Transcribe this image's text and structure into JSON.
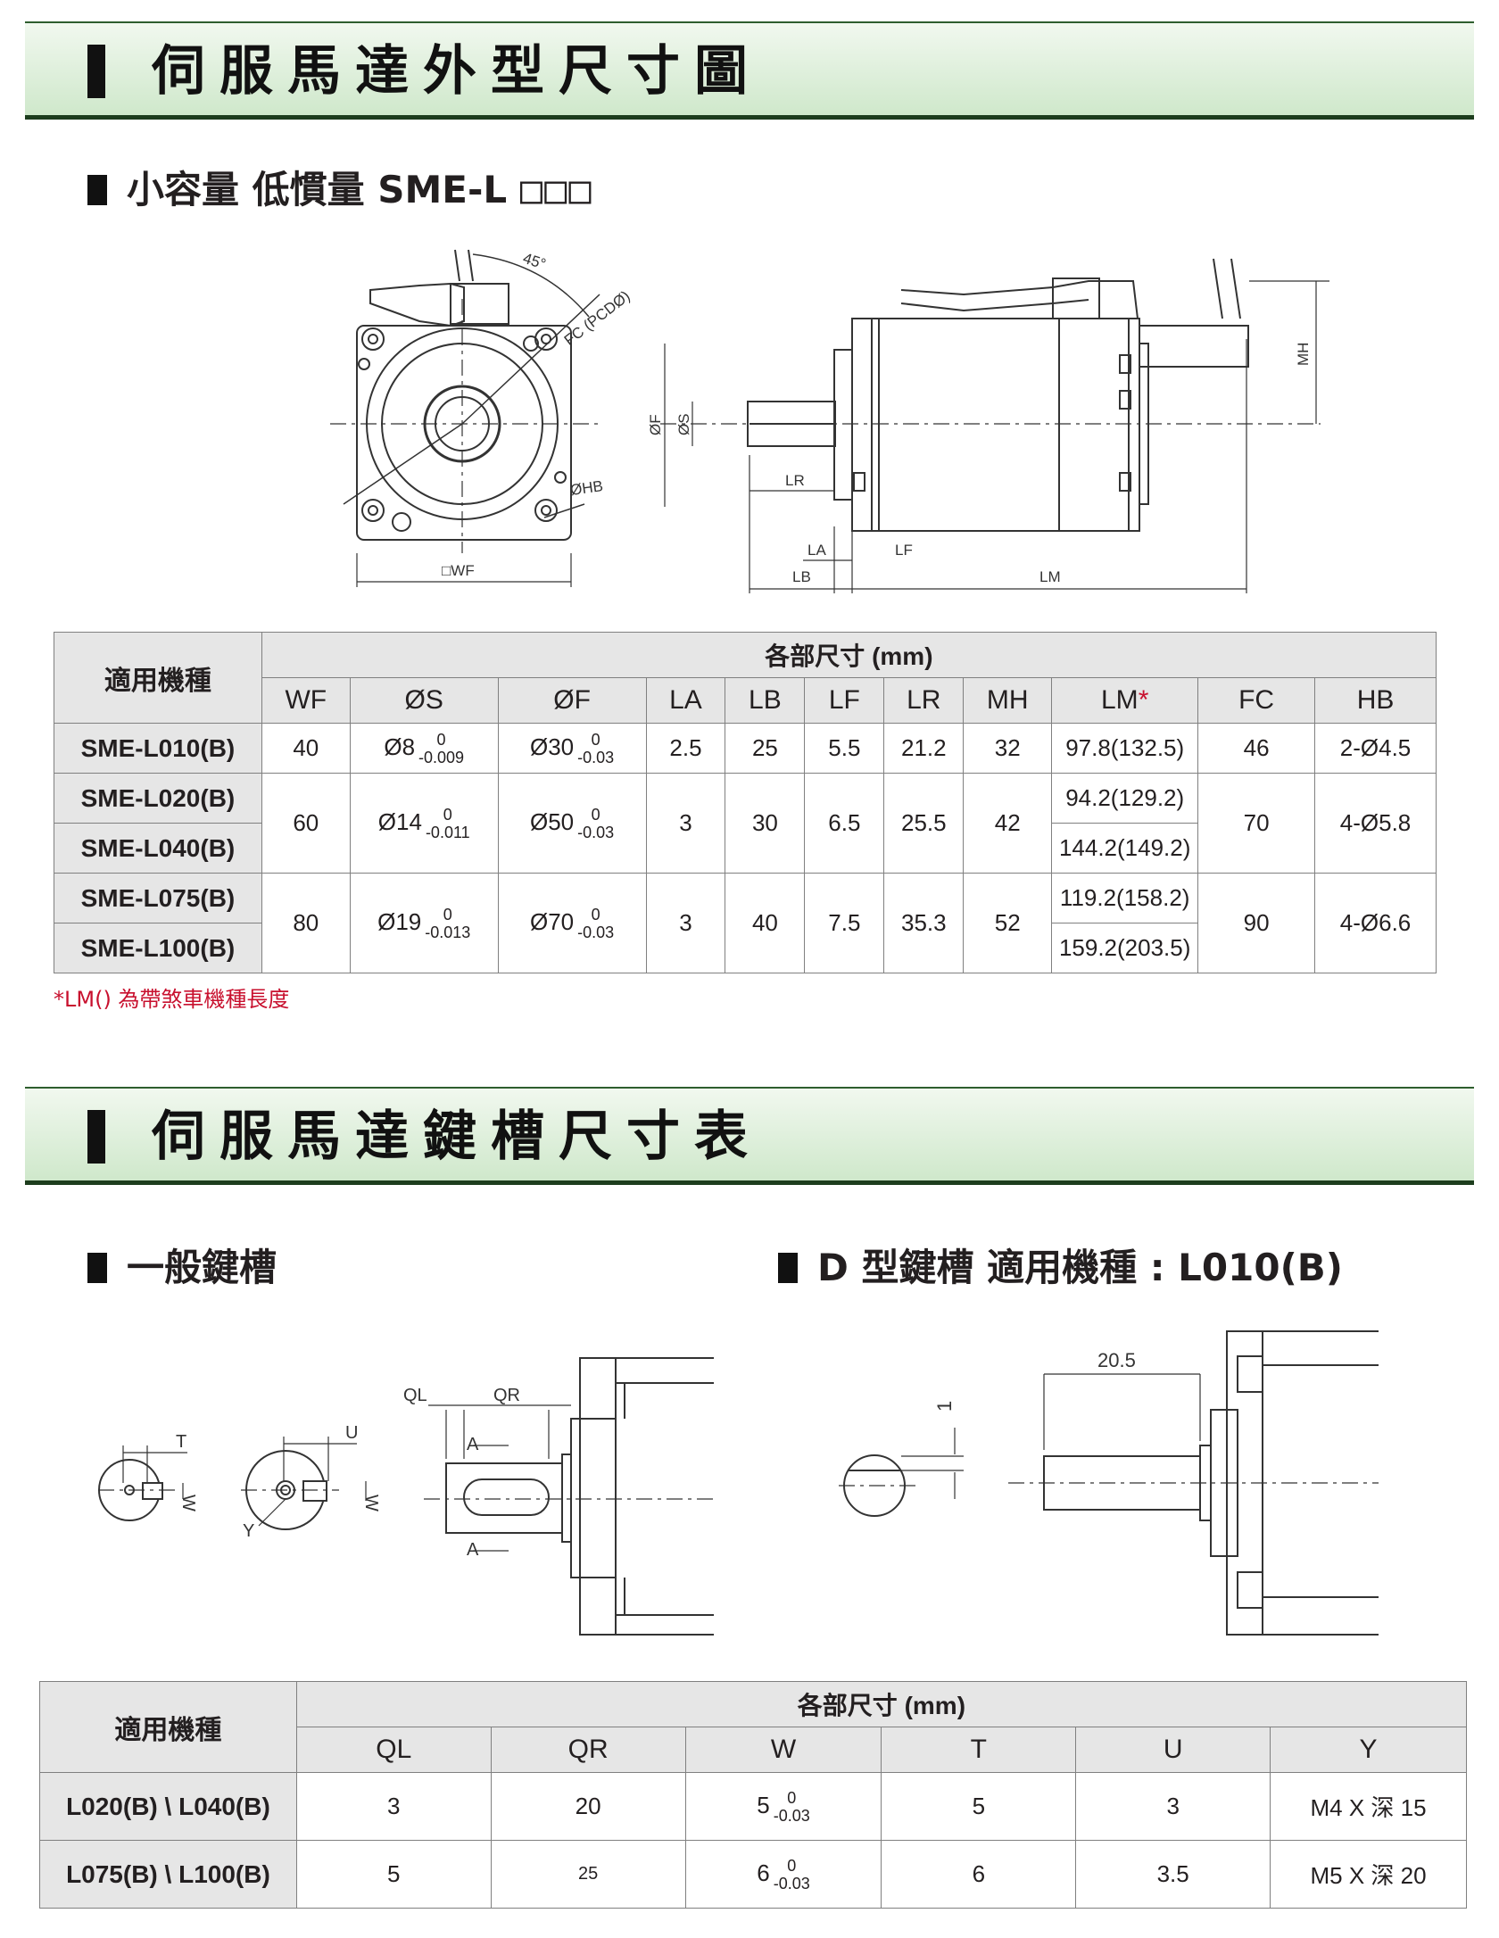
{
  "section1": {
    "title": "伺服馬達外型尺寸圖",
    "subtitle": "小容量 低慣量 SME-L",
    "subtitle_boxes": "□□□",
    "drawing_labels": {
      "angle": "45°",
      "fc": "FC (PCDØ)",
      "hb": "ØHB",
      "wf": "□WF",
      "of": "ØF",
      "os": "ØS",
      "lr": "LR",
      "la": "LA",
      "lb": "LB",
      "lf": "LF",
      "lm": "LM",
      "mh": "MH"
    },
    "table": {
      "model_header": "適用機種",
      "group_header": "各部尺寸 (mm)",
      "columns": [
        "WF",
        "ØS",
        "ØF",
        "LA",
        "LB",
        "LF",
        "LR",
        "MH",
        "LM",
        "FC",
        "HB"
      ],
      "lm_mark": "*",
      "models": [
        "SME-L010(B)",
        "SME-L020(B)",
        "SME-L040(B)",
        "SME-L075(B)",
        "SME-L100(B)"
      ],
      "groups": [
        {
          "wf": "40",
          "s": "Ø8",
          "s_up": "0",
          "s_low": "-0.009",
          "f": "Ø30",
          "f_up": "0",
          "f_low": "-0.03",
          "la": "2.5",
          "lb": "25",
          "lf": "5.5",
          "lr": "21.2",
          "mh": "32",
          "lm": [
            "97.8(132.5)"
          ],
          "fc": "46",
          "hb": "2-Ø4.5"
        },
        {
          "wf": "60",
          "s": "Ø14",
          "s_up": "0",
          "s_low": "-0.011",
          "f": "Ø50",
          "f_up": "0",
          "f_low": "-0.03",
          "la": "3",
          "lb": "30",
          "lf": "6.5",
          "lr": "25.5",
          "mh": "42",
          "lm": [
            "94.2(129.2)",
            "144.2(149.2)"
          ],
          "fc": "70",
          "hb": "4-Ø5.8"
        },
        {
          "wf": "80",
          "s": "Ø19",
          "s_up": "0",
          "s_low": "-0.013",
          "f": "Ø70",
          "f_up": "0",
          "f_low": "-0.03",
          "la": "3",
          "lb": "40",
          "lf": "7.5",
          "lr": "35.3",
          "mh": "52",
          "lm": [
            "119.2(158.2)",
            "159.2(203.5)"
          ],
          "fc": "90",
          "hb": "4-Ø6.6"
        }
      ]
    },
    "note": "*LM() 為帶煞車機種長度"
  },
  "section2": {
    "title": "伺服馬達鍵槽尺寸表",
    "sub_general": "一般鍵槽",
    "sub_d": "D 型鍵槽 適用機種 : L010(B)",
    "drawing_labels": {
      "t": "T",
      "u": "U",
      "w": "W",
      "y": "Y",
      "ql": "QL",
      "qr": "QR",
      "a": "A",
      "d_len": "20.5",
      "d_depth": "1"
    },
    "table": {
      "model_header": "適用機種",
      "group_header": "各部尺寸 (mm)",
      "columns": [
        "QL",
        "QR",
        "W",
        "T",
        "U",
        "Y"
      ],
      "rows": [
        {
          "model": "L020(B) \\ L040(B)",
          "ql": "3",
          "qr": "20",
          "w": "5",
          "w_up": "0",
          "w_low": "-0.03",
          "t": "5",
          "u": "3",
          "y": "M4 X 深 15"
        },
        {
          "model": "L075(B) \\ L100(B)",
          "ql": "5",
          "qr": "25",
          "w": "6",
          "w_up": "0",
          "w_low": "-0.03",
          "t": "6",
          "u": "3.5",
          "y": "M5 X 深 20"
        }
      ]
    }
  }
}
